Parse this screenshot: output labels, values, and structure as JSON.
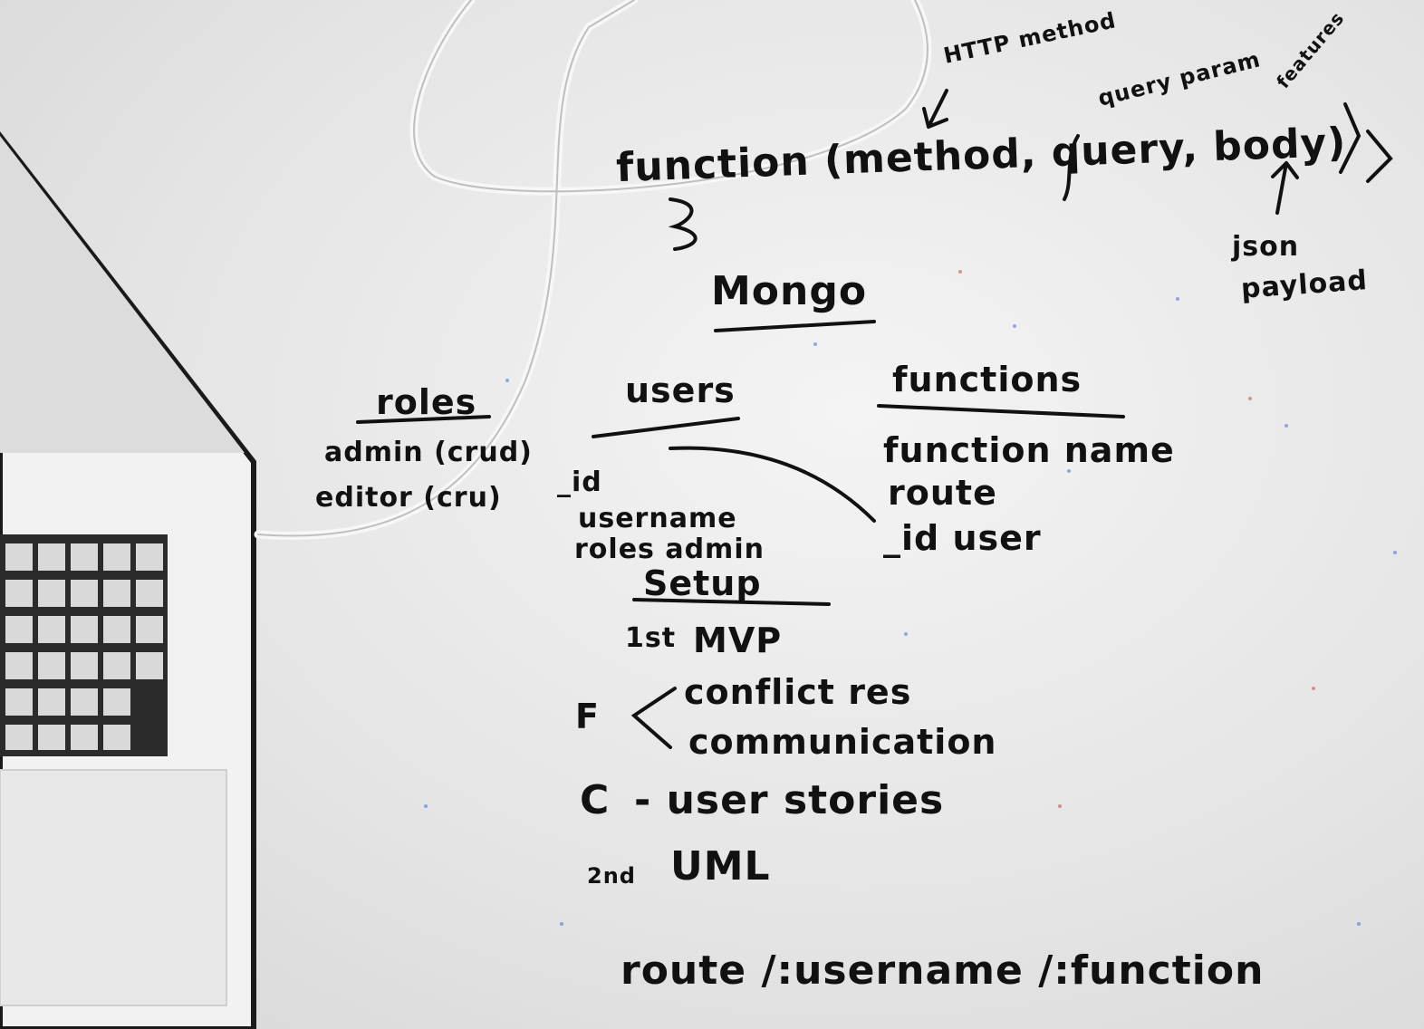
{
  "whiteboard": {
    "http_method_note": "HTTP method",
    "query_param_note": "query param",
    "features_note": "features",
    "function_signature": "function (method, query, body)",
    "json_note_line1": "json",
    "json_note_line2": "payload",
    "mongo_heading": "Mongo",
    "roles": {
      "heading": "roles",
      "items": [
        "admin (crud)",
        "editor (cru)"
      ]
    },
    "users": {
      "heading": "users",
      "fields": [
        "_id",
        "username",
        "roles admin"
      ]
    },
    "functions": {
      "heading": "functions",
      "fields": [
        "function name",
        "route",
        "_id user"
      ]
    },
    "setup": {
      "heading": "Setup",
      "steps": [
        {
          "marker": "1st",
          "text": "MVP"
        },
        {
          "marker": "F",
          "text": "conflict res"
        },
        {
          "marker": "",
          "text": "communication"
        },
        {
          "marker": "C",
          "text": "- user stories"
        },
        {
          "marker": "2nd",
          "text": "UML"
        }
      ]
    },
    "route_line": "route /:username /:function"
  }
}
